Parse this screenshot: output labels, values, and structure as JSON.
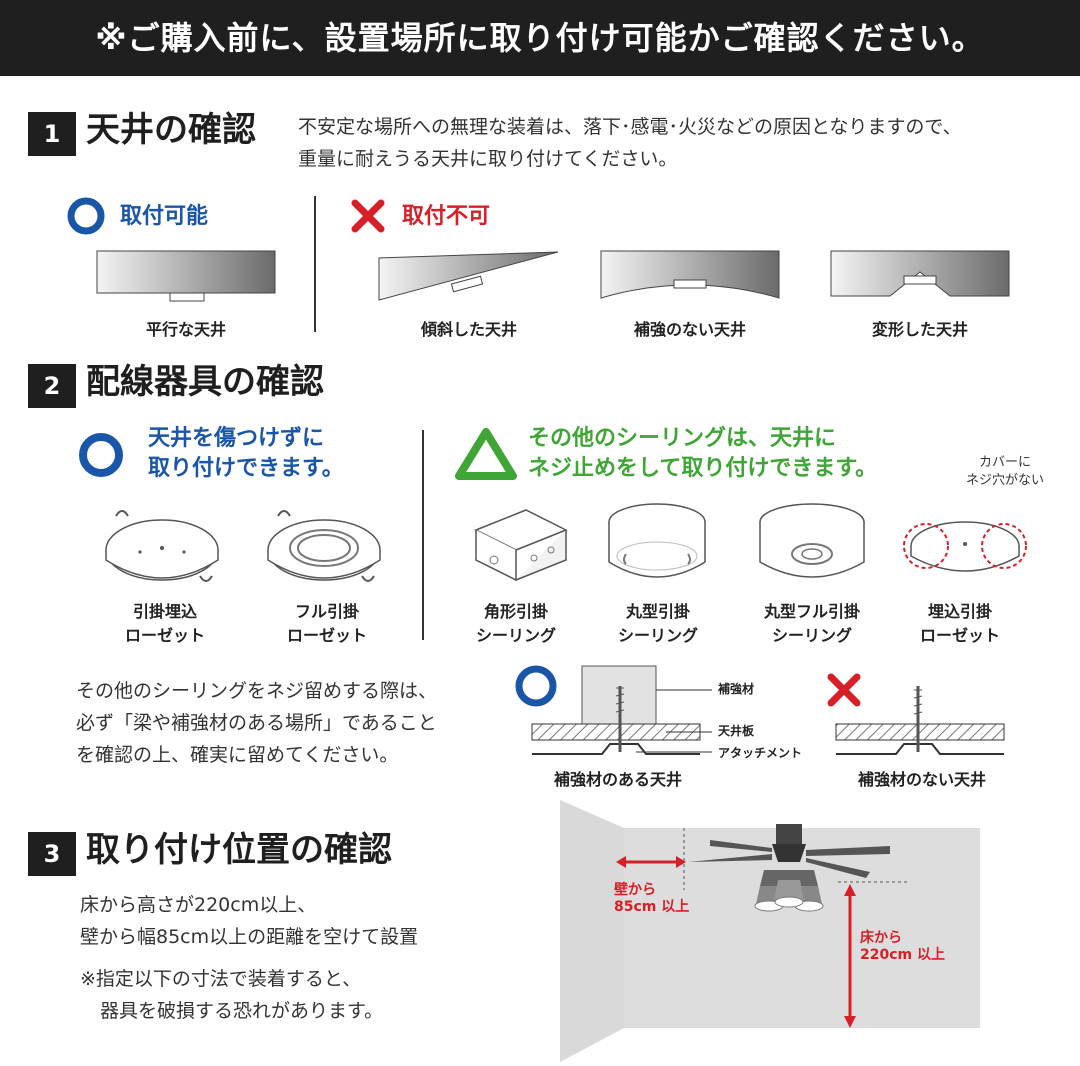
{
  "banner": "※ご購入前に、設置場所に取り付け可能かご確認ください。",
  "sec1": {
    "num": "1",
    "title": "天井の確認",
    "desc1": "不安定な場所への無理な装着は、落下･感電･火災などの原因となりますので、",
    "desc2": "重量に耐えうる天井に取り付けてください。",
    "ok_label": "取付可能",
    "ng_label": "取付不可",
    "ceilings": [
      "平行な天井",
      "傾斜した天井",
      "補強のない天井",
      "変形した天井"
    ]
  },
  "sec2": {
    "num": "2",
    "title": "配線器具の確認",
    "ok_line1": "天井を傷つけずに",
    "ok_line2": "取り付けできます。",
    "tri_line1": "その他のシーリングは、天井に",
    "tri_line2": "ネジ止めをして取り付けできます。",
    "cover_note1": "カバーに",
    "cover_note2": "ネジ穴がない",
    "fixtures": [
      {
        "l1": "引掛埋込",
        "l2": "ローゼット"
      },
      {
        "l1": "フル引掛",
        "l2": "ローゼット"
      },
      {
        "l1": "角形引掛",
        "l2": "シーリング"
      },
      {
        "l1": "丸型引掛",
        "l2": "シーリング"
      },
      {
        "l1": "丸型フル引掛",
        "l2": "シーリング"
      },
      {
        "l1": "埋込引掛",
        "l2": "ローゼット"
      }
    ],
    "note1": "その他のシーリングをネジ留めする際は、",
    "note2": "必ず「梁や補強材のある場所」であること",
    "note3": "を確認の上、確実に留めてください。",
    "diagram_labels": {
      "reinforcement": "補強材",
      "ceiling_board": "天井板",
      "attachment": "アタッチメント"
    },
    "diagram_captions": {
      "with": "補強材のある天井",
      "without": "補強材のない天井"
    }
  },
  "sec3": {
    "num": "3",
    "title": "取り付け位置の確認",
    "line1": "床から高さが220cm以上、",
    "line2": "壁から幅85cm以上の距離を空けて設置",
    "line3": "※指定以下の寸法で装着すると、",
    "line4": "器具を破損する恐れがあります。",
    "wall_l1": "壁から",
    "wall_l2": "85cm 以上",
    "floor_l1": "床から",
    "floor_l2": "220cm 以上"
  },
  "colors": {
    "ok": "#1a56a8",
    "ng": "#d61f26",
    "triangle": "#3fa535",
    "dark": "#1f1f1f"
  }
}
